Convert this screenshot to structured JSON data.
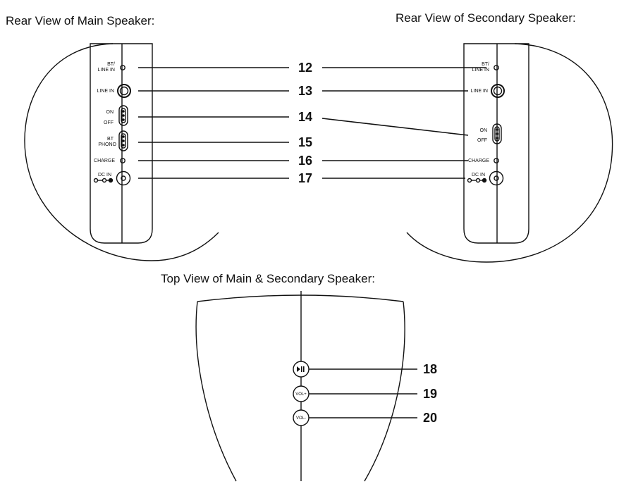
{
  "headings": {
    "main_rear": "Rear View of Main Speaker:",
    "secondary_rear": "Rear View of Secondary Speaker:",
    "top": "Top View of Main & Secondary Speaker:"
  },
  "main_labels": {
    "bt_line_in_1": "BT/",
    "bt_line_in_2": "LINE IN",
    "line_in": "LINE IN",
    "on": "ON",
    "off": "OFF",
    "bt": "BT",
    "phono": "PHONO",
    "charge": "CHARGE",
    "dc_in": "DC IN"
  },
  "secondary_labels": {
    "bt_line_in_1": "BT/",
    "bt_line_in_2": "LINE IN",
    "line_in": "LINE IN",
    "on": "ON",
    "off": "OFF",
    "charge": "CHARGE",
    "dc_in": "DC IN"
  },
  "callouts": {
    "c12": "12",
    "c13": "13",
    "c14": "14",
    "c15": "15",
    "c16": "16",
    "c17": "17",
    "c18": "18",
    "c19": "19",
    "c20": "20"
  },
  "top_buttons": {
    "vol_up": "VOL+",
    "vol_down": "VOL-"
  }
}
